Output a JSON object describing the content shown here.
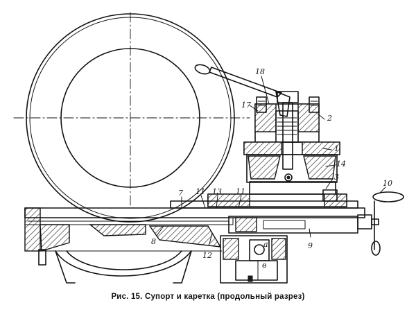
{
  "caption": "Рис. 15. Супорт и каретка (продольный разрез)",
  "callouts": {
    "c1": "1",
    "c2": "2",
    "c3": "3",
    "c7": "7",
    "c8": "8",
    "c9": "9",
    "c10": "10",
    "c11a": "11",
    "c11b": "11",
    "c12": "12",
    "c13": "13",
    "c14": "14",
    "c17": "17",
    "c18": "18",
    "ca": "а",
    "cb": "в"
  }
}
